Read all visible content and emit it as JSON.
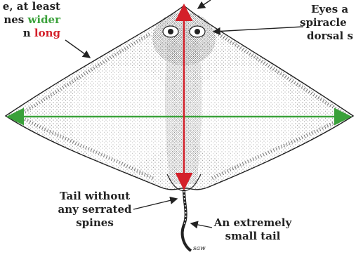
{
  "annotations": {
    "disc_shape": {
      "line1": "e, at least",
      "line2_prefix": "nes ",
      "line2_highlight": "wider",
      "line3_prefix": "n ",
      "line3_highlight": "long"
    },
    "eyes": {
      "line1": "Eyes a",
      "line2": "spiracle",
      "line3": "dorsal s"
    },
    "tail_spines": {
      "line1": "Tail without",
      "line2": "any serrated",
      "line3": "spines"
    },
    "small_tail": {
      "line1": "An extremely",
      "line2": "small tail"
    }
  },
  "colors": {
    "width_arrow": "#3aa13a",
    "length_arrow": "#d4202a",
    "ink": "#222222"
  },
  "signature": "saw"
}
